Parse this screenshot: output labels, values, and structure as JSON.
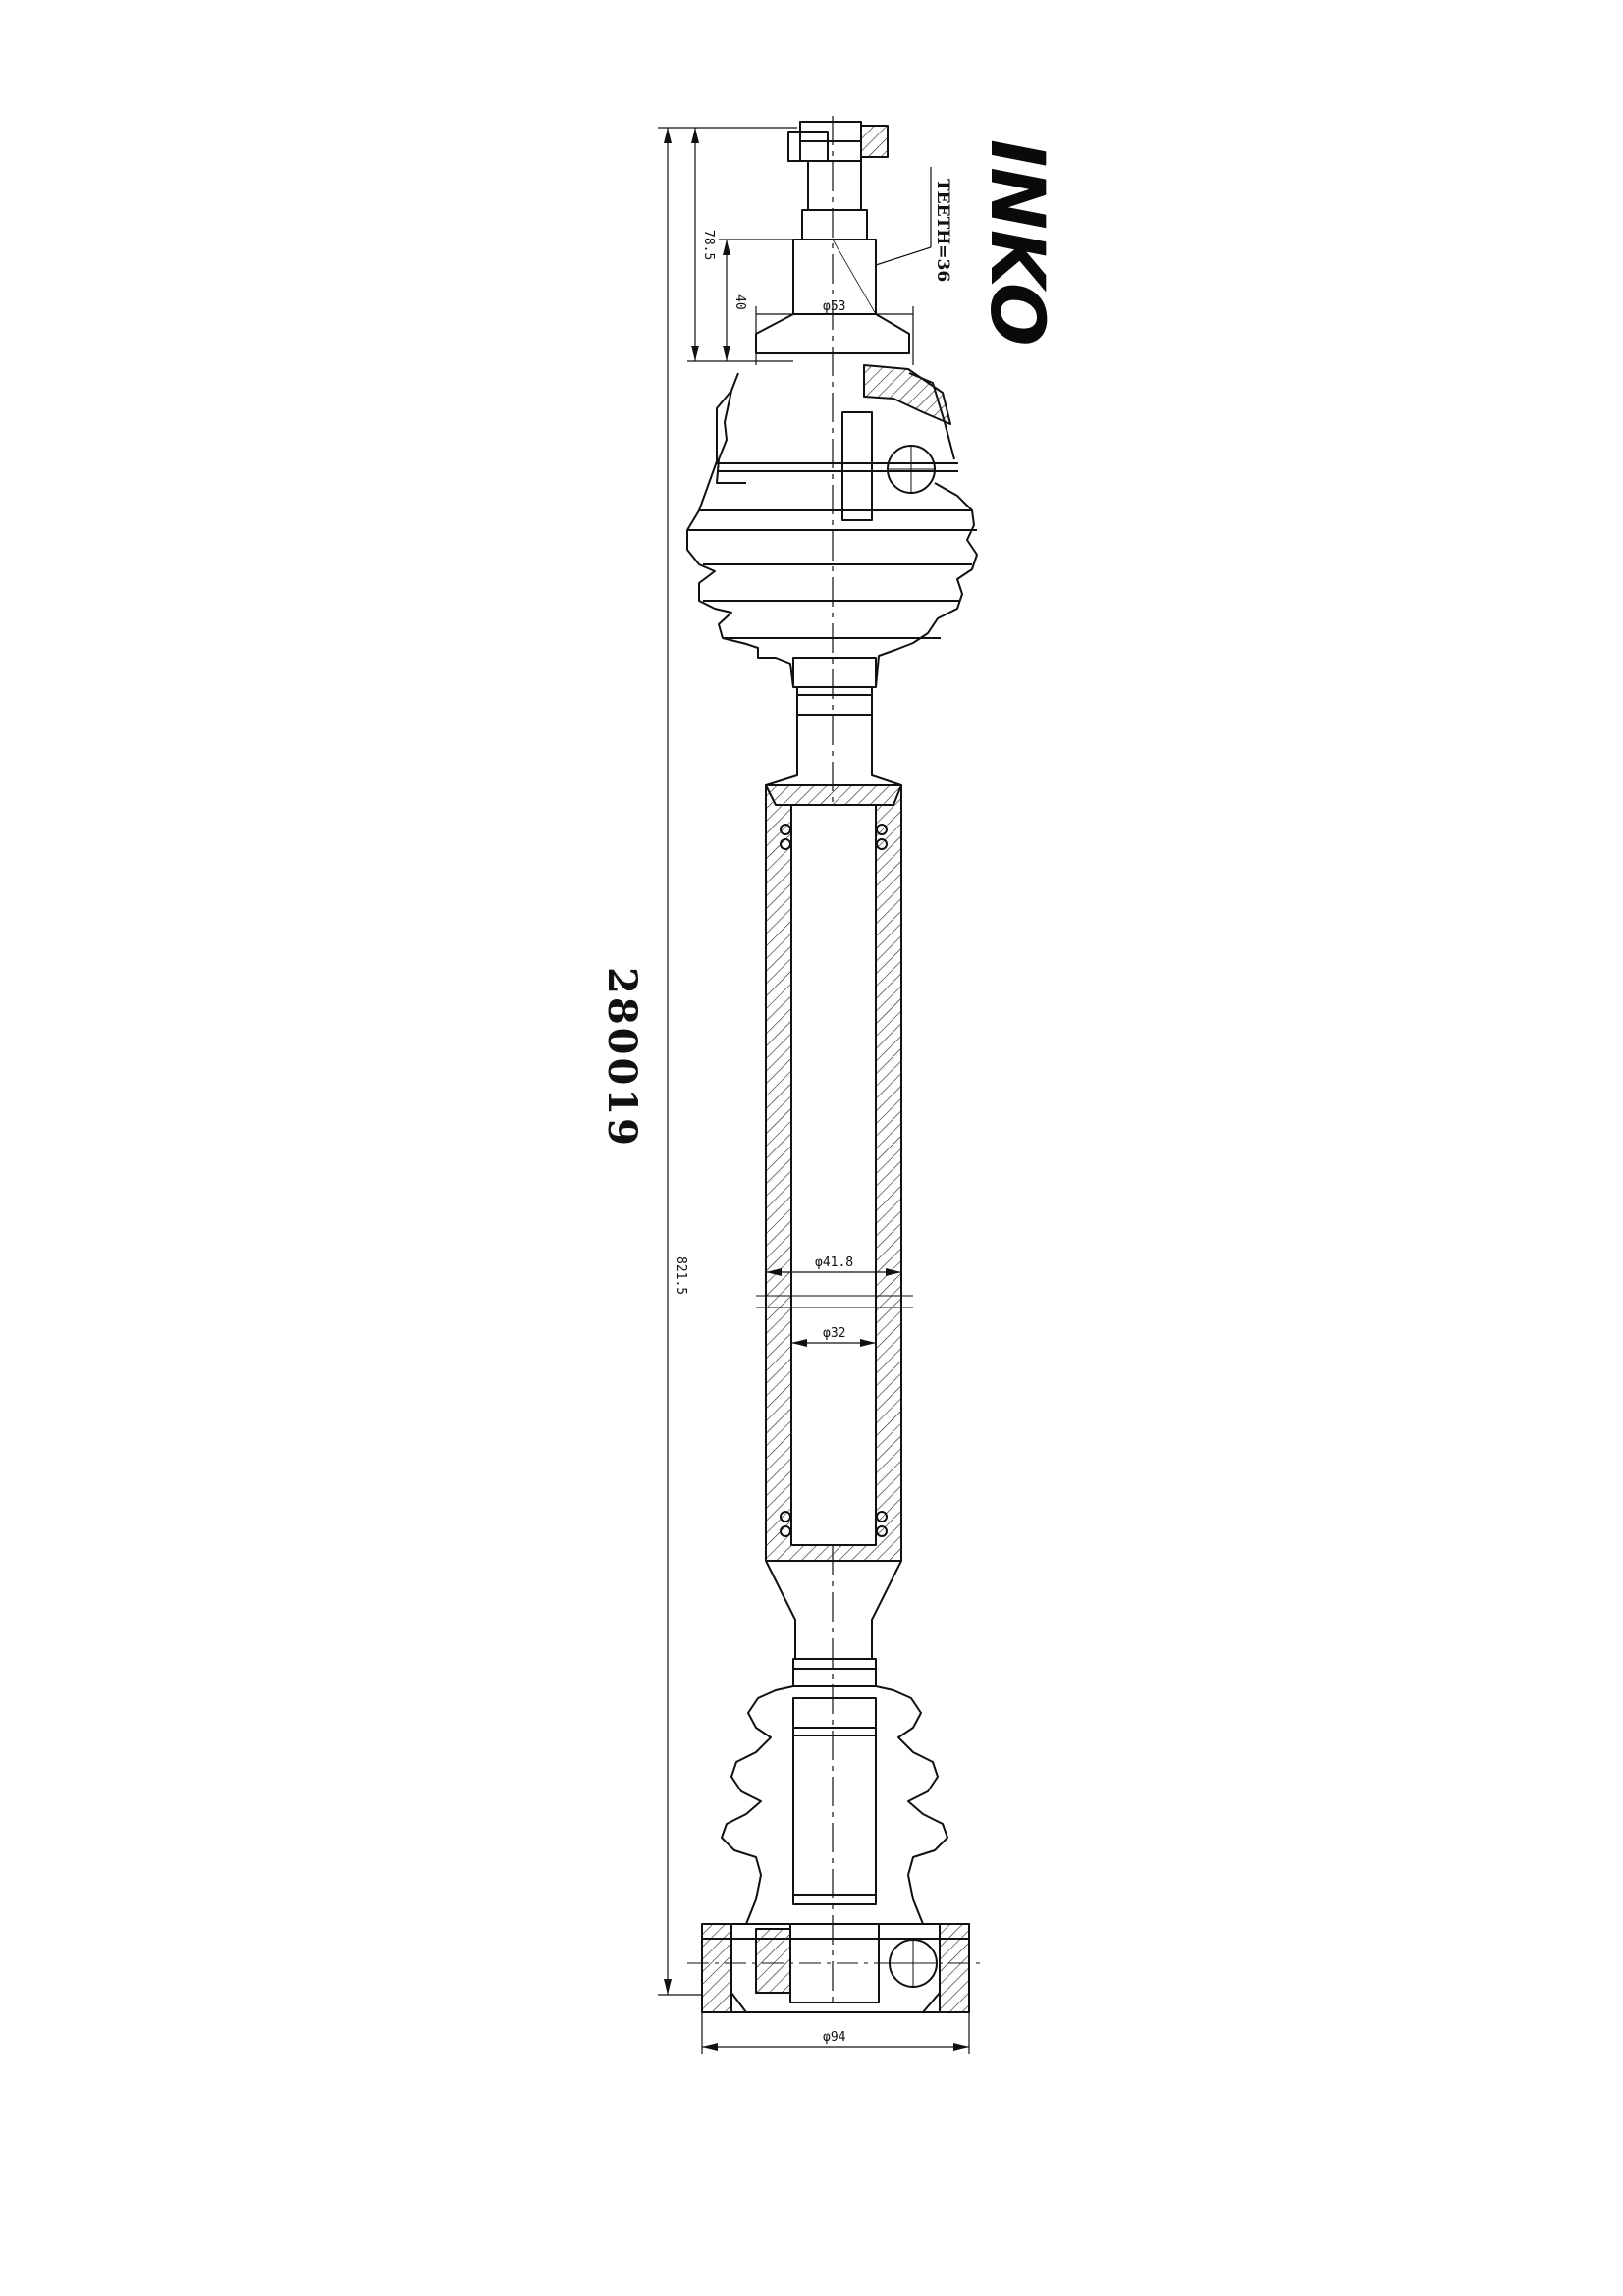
{
  "part_number": "280019",
  "brand_logo": "INKO",
  "teeth_note": "TEETH=36",
  "dimensions": {
    "overall_length": "821.5",
    "stub_length": "78.5",
    "spline_length": "40",
    "hub_diameter": "φ53",
    "shaft_outer_diameter": "φ41.8",
    "shaft_inner_diameter": "φ32",
    "housing_diameter": "φ94"
  },
  "colors": {
    "line": "#111111",
    "background": "#ffffff"
  }
}
